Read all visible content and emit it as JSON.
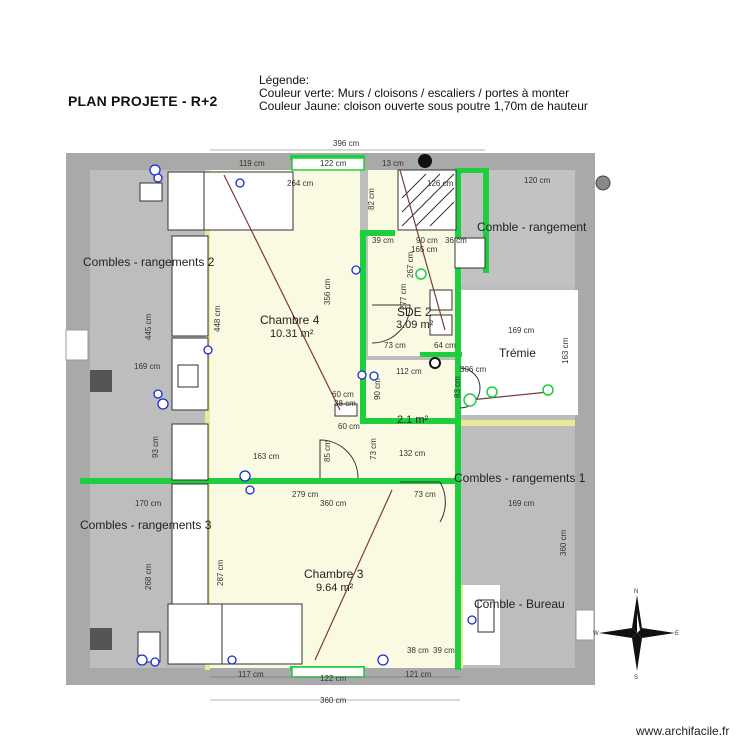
{
  "header": {
    "title": "PLAN PROJETE - R+2",
    "legend": {
      "heading": "Légende:",
      "green": "Couleur verte:  Murs / cloisons / escaliers / portes à monter",
      "yellow": "Couleur Jaune: cloison ouverte sous poutre 1,70m de hauteur"
    }
  },
  "colors": {
    "wall_outer": "#a9a9a9",
    "combles": "#bdbdbd",
    "room": "#fafae3",
    "green_wall": "#1dcf3c",
    "yellow_wall": "#e9e99a",
    "furniture": "#ffffff"
  },
  "rooms": {
    "combles_rangements_2": "Combles - rangements 2",
    "combles_rangements_3": "Combles - rangements 3",
    "combles_rangements_1": "Combles - rangements 1",
    "comble_rangement": "Comble - rangement",
    "comble_bureau": "Comble - Bureau",
    "tremie": "Trémie",
    "chambre4": {
      "name": "Chambre 4",
      "area": "10.31 m²"
    },
    "chambre3": {
      "name": "Chambre 3",
      "area": "9.64 m²"
    },
    "sde2": {
      "name": "SDE 2",
      "area": "3.09 m²"
    },
    "degagement": {
      "area": "2.1 m²"
    }
  },
  "dimensions": {
    "top_total": "396 cm",
    "top_119": "119 cm",
    "top_122": "122 cm",
    "top_13": "13 cm",
    "d264": "264 cm",
    "d82": "82 cm",
    "d126": "126 cm",
    "d120": "120 cm",
    "d39a": "39 cm",
    "d90a": "90 cm",
    "d36": "36 cm",
    "d267": "267 cm",
    "d165": "165 cm",
    "d277": "277 cm",
    "d356": "356 cm",
    "d448": "448 cm",
    "d445": "445 cm",
    "d169a": "169 cm",
    "d169b": "169 cm",
    "d163a": "163 cm",
    "d73a": "73 cm",
    "d64": "64 cm",
    "d112": "112 cm",
    "d306": "306 cm",
    "d83": "83 cm",
    "d90b": "90 cm",
    "d60a": "60 cm",
    "d38a": "38 cm",
    "d60b": "60 cm",
    "d93": "93 cm",
    "d163b": "163 cm",
    "d85": "85 cm",
    "d73b": "73 cm",
    "d132": "132 cm",
    "d170": "170 cm",
    "d279": "279 cm",
    "d360a": "360 cm",
    "d73c": "73 cm",
    "d169c": "169 cm",
    "d268": "268 cm",
    "d287": "287 cm",
    "d360b": "360 cm",
    "d38b": "38 cm",
    "d39b": "39 cm",
    "bot_117": "117 cm",
    "bot_122": "122 cm",
    "bot_121": "121 cm",
    "bot_total": "360 cm"
  },
  "compass": {
    "north": "N",
    "south": "S",
    "east": "E",
    "west": "W"
  },
  "watermark": "www.archifacile.fr"
}
